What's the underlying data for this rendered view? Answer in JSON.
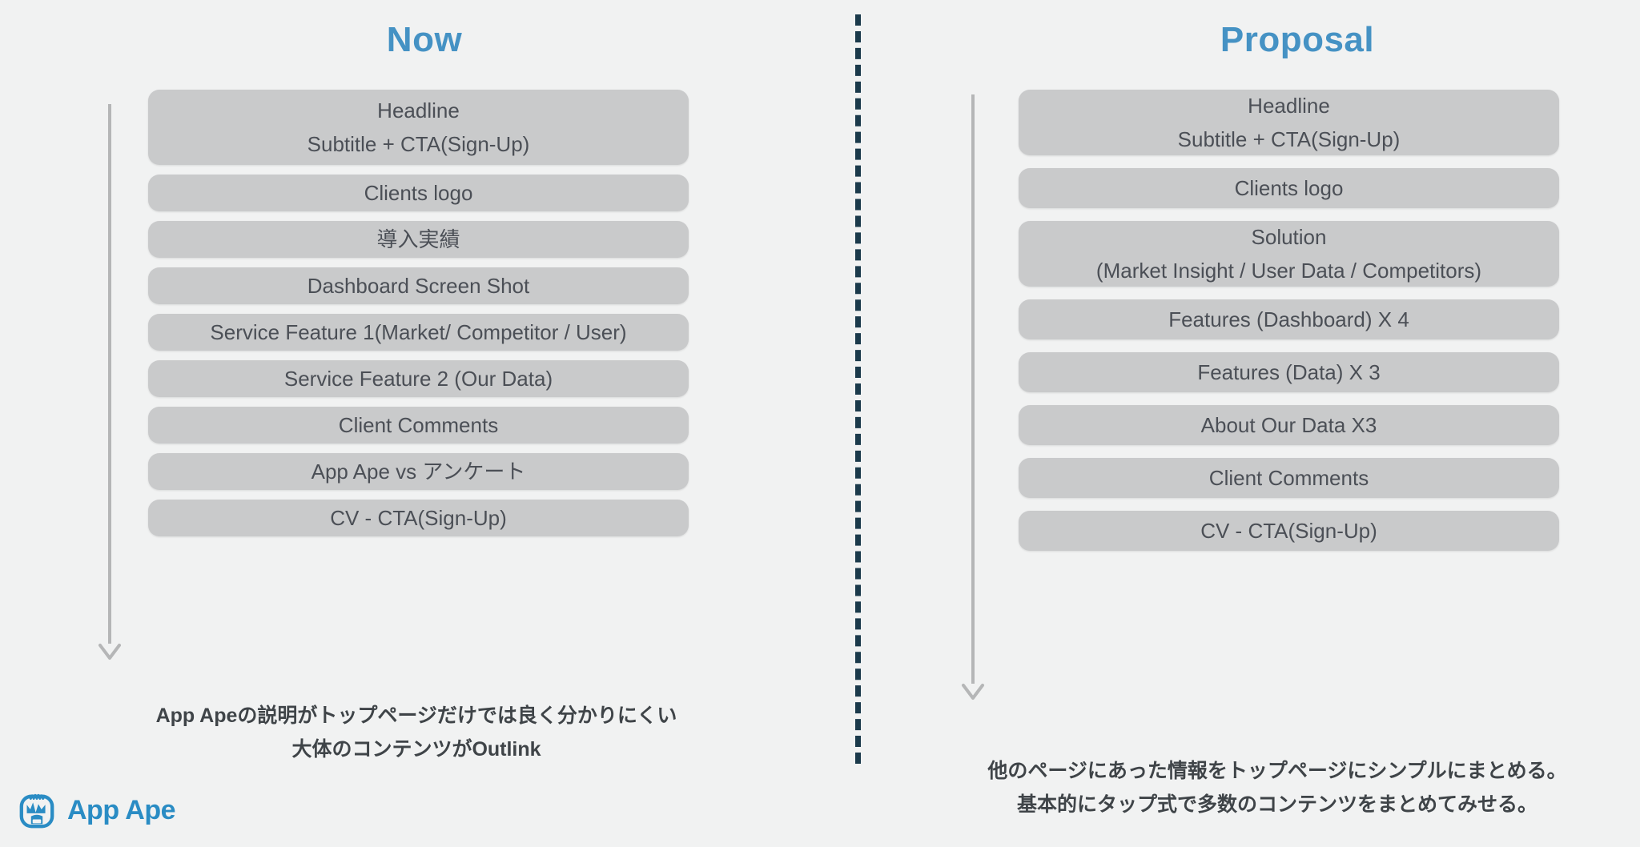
{
  "theme": {
    "background": "#f1f2f2",
    "accent_blue": "#4592c4",
    "box_fill": "#c9cacb",
    "box_text": "#4b4f56",
    "divider": "#1b3a4b",
    "arrow": "#b5b6b7",
    "logo_blue": "#2a8cc4"
  },
  "columns": [
    {
      "id": "now",
      "title": "Now",
      "boxes": [
        {
          "lines": [
            "Headline",
            "Subtitle + CTA(Sign-Up)"
          ]
        },
        {
          "lines": [
            "Clients logo"
          ]
        },
        {
          "lines": [
            "導入実績"
          ]
        },
        {
          "lines": [
            "Dashboard Screen Shot"
          ]
        },
        {
          "lines": [
            "Service Feature 1(Market/ Competitor / User)"
          ]
        },
        {
          "lines": [
            "Service Feature 2 (Our Data)"
          ]
        },
        {
          "lines": [
            "Client Comments"
          ]
        },
        {
          "lines": [
            "App Ape vs アンケート"
          ]
        },
        {
          "lines": [
            "CV - CTA(Sign-Up)"
          ]
        }
      ],
      "caption": [
        "App Apeの説明がトップページだけでは良く分かりにくい",
        "大体のコンテンツがOutlink"
      ]
    },
    {
      "id": "proposal",
      "title": "Proposal",
      "boxes": [
        {
          "lines": [
            "Headline",
            "Subtitle + CTA(Sign-Up)"
          ]
        },
        {
          "lines": [
            "Clients logo"
          ]
        },
        {
          "lines": [
            "Solution",
            "(Market Insight / User Data / Competitors)"
          ]
        },
        {
          "lines": [
            "Features (Dashboard) X 4"
          ]
        },
        {
          "lines": [
            "Features (Data) X 3"
          ]
        },
        {
          "lines": [
            "About Our Data X3"
          ]
        },
        {
          "lines": [
            "Client Comments"
          ]
        },
        {
          "lines": [
            "CV - CTA(Sign-Up)"
          ]
        }
      ],
      "caption": [
        "他のページにあった情報をトップページにシンプルにまとめる。",
        "基本的にタップ式で多数のコンテンツをまとめてみせる。"
      ]
    }
  ],
  "logo": {
    "text": "App Ape",
    "icon": "app-ape-mark"
  }
}
